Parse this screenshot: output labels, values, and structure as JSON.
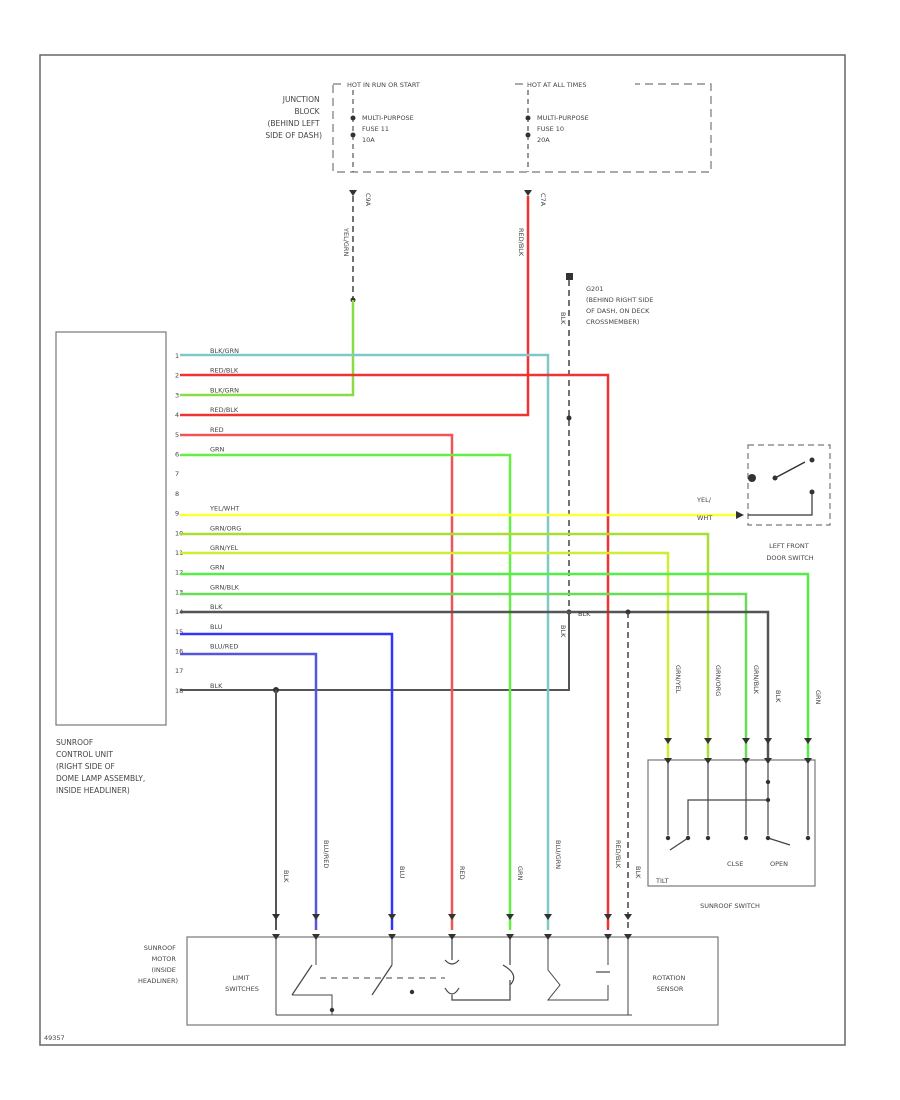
{
  "junction_block": {
    "label_lines": [
      "JUNCTION",
      "BLOCK",
      "(BEHIND LEFT",
      "SIDE OF DASH)"
    ],
    "header_left": "HOT IN RUN OR START",
    "header_right": "HOT AT ALL TIMES",
    "fuse_left_lines": [
      "MULTI-PURPOSE",
      "FUSE 11",
      "10A"
    ],
    "fuse_right_lines": [
      "MULTI-PURPOSE",
      "FUSE 10",
      "20A"
    ],
    "conn_left": "C9A",
    "conn_right": "C7A"
  },
  "ground": {
    "name": "G201",
    "label_lines": [
      "G201",
      "(BEHIND RIGHT SIDE",
      "OF DASH, ON DECK",
      "CROSSMEMBER)"
    ]
  },
  "control_unit": {
    "label_lines": [
      "SUNROOF",
      "CONTROL UNIT",
      "(RIGHT SIDE OF",
      "DOME LAMP ASSEMBLY,",
      "INSIDE HEADLINER)"
    ],
    "pins": [
      {
        "num": "1",
        "wire": "BLK/GRN",
        "color": "#80c8c8"
      },
      {
        "num": "2",
        "wire": "RED/BLK",
        "color": "#ee3333"
      },
      {
        "num": "3",
        "wire": "BLK/GRN",
        "color": "#88dd44"
      },
      {
        "num": "4",
        "wire": "RED/BLK",
        "color": "#ee3333"
      },
      {
        "num": "5",
        "wire": "RED",
        "color": "#ee5555"
      },
      {
        "num": "6",
        "wire": "GRN",
        "color": "#66ee44"
      },
      {
        "num": "7",
        "wire": "",
        "color": ""
      },
      {
        "num": "8",
        "wire": "",
        "color": ""
      },
      {
        "num": "9",
        "wire": "YEL/WHT",
        "color": "#ffff33"
      },
      {
        "num": "10",
        "wire": "GRN/ORG",
        "color": "#aadd33"
      },
      {
        "num": "11",
        "wire": "GRN/YEL",
        "color": "#ccee33"
      },
      {
        "num": "12",
        "wire": "GRN",
        "color": "#55ee44"
      },
      {
        "num": "13",
        "wire": "GRN/BLK",
        "color": "#66dd55"
      },
      {
        "num": "14",
        "wire": "BLK",
        "color": "#555555"
      },
      {
        "num": "15",
        "wire": "BLU",
        "color": "#3333ff"
      },
      {
        "num": "16",
        "wire": "BLU/RED",
        "color": "#5555dd"
      },
      {
        "num": "17",
        "wire": "",
        "color": ""
      },
      {
        "num": "18",
        "wire": "BLK",
        "color": "#555555"
      }
    ]
  },
  "wire_labels": {
    "fuse11": "YEL/GRN",
    "fuse10": "RED/BLK",
    "ground_upper": "BLK",
    "ground_lower": "BLK",
    "splice": "BLK",
    "door_switch": [
      "YEL/",
      "WHT"
    ],
    "motor": [
      "BLK",
      "BLU/RED",
      "BLU",
      "RED",
      "GRN",
      "BLU/GRN",
      "RED/BLK",
      "BLK"
    ],
    "switch": [
      "GRN/YEL",
      "GRN/ORG",
      "GRN/BLK",
      "BLK",
      "GRN"
    ]
  },
  "door_switch": {
    "label_lines": [
      "LEFT FRONT",
      "DOOR SWITCH"
    ]
  },
  "sunroof_switch": {
    "label": "SUNROOF SWITCH",
    "close_label": "CLSE",
    "open_label": "OPEN",
    "tilt_label": "TILT"
  },
  "motor": {
    "label_lines": [
      "SUNROOF",
      "MOTOR",
      "(INSIDE",
      "HEADLINER)"
    ],
    "limit_lines": [
      "LIMIT",
      "SWITCHES"
    ],
    "rotation_lines": [
      "ROTATION",
      "SENSOR"
    ]
  },
  "figure_id": "49357"
}
